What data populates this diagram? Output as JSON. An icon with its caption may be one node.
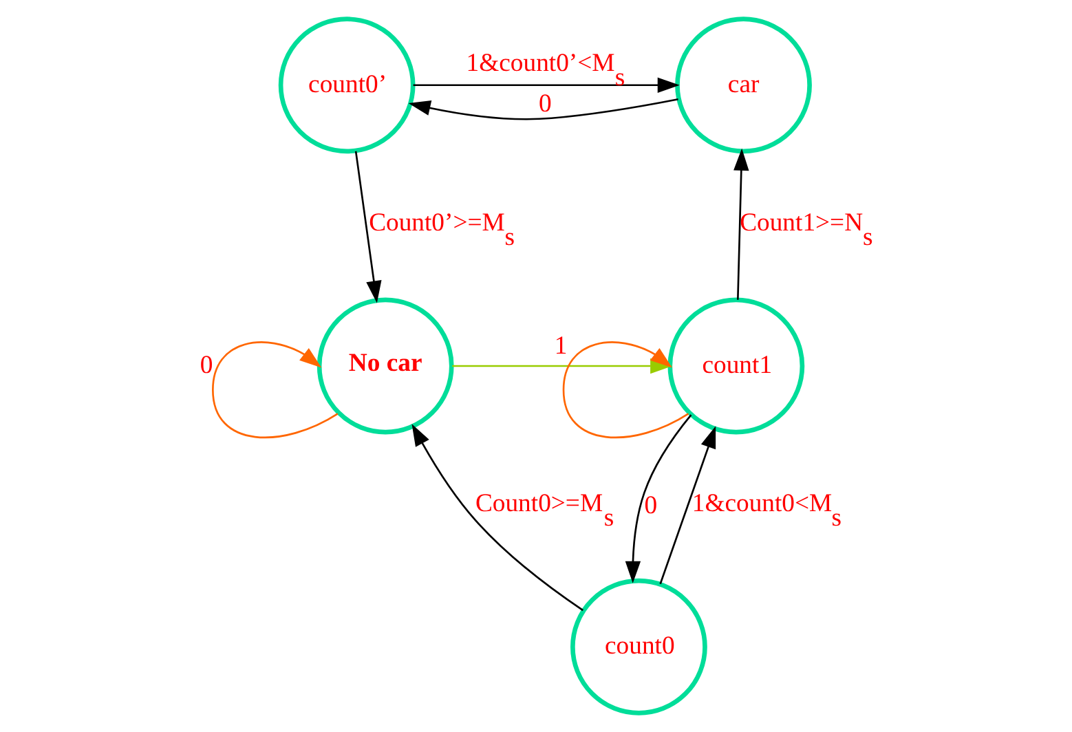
{
  "diagram": {
    "nodes": [
      {
        "text": [
          "count0’"
        ]
      },
      {
        "text": [
          "car"
        ]
      },
      {
        "text": [
          "No car"
        ]
      },
      {
        "text": [
          "count1"
        ]
      },
      {
        "text": [
          "count0"
        ]
      }
    ],
    "edges": [
      {
        "from": 1,
        "to": 0,
        "arrow": "to",
        "label": "0"
      },
      {
        "from": 0,
        "to": 1,
        "arrow": "to",
        "label": "1&count0’<M$_{s}$"
      },
      {
        "from": 0,
        "to": 2,
        "arrow": "to",
        "label": "Count0’>=M$_{s}$"
      },
      {
        "from": 2,
        "to": 3,
        "arrow": "to",
        "label": "1",
        "color": "#99cc00"
      },
      {
        "from": 2,
        "to": 2,
        "arrow": "to",
        "label": "0",
        "color": "#ff6600"
      },
      {
        "from": 3,
        "to": 3,
        "arrow": "to",
        "color": "#ff6600"
      },
      {
        "from": 3,
        "to": 1,
        "arrow": "to",
        "label": "Count1>=N$_{s}$"
      },
      {
        "from": 3,
        "to": 4,
        "arrow": "to",
        "label": "0"
      },
      {
        "from": 4,
        "to": 3,
        "arrow": "to",
        "label": "1&count0<M$_{s}$"
      },
      {
        "from": 4,
        "to": 2,
        "arrow": "to",
        "label": "Count0>=M$_{s}$"
      }
    ]
  }
}
